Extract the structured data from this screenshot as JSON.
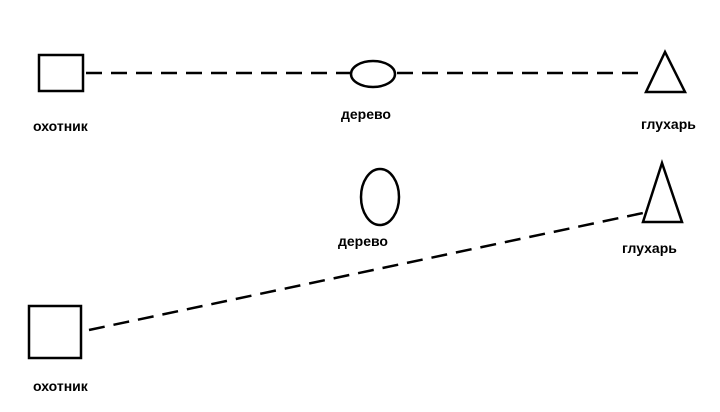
{
  "scene1": {
    "hunter_label": "охотник",
    "tree_label": "дерево",
    "grouse_label": "глухарь"
  },
  "scene2": {
    "tree_label": "дерево",
    "grouse_label": "глухарь",
    "hunter_label": "охотник"
  },
  "colors": {
    "ink": "#000000",
    "background": "#ffffff"
  }
}
